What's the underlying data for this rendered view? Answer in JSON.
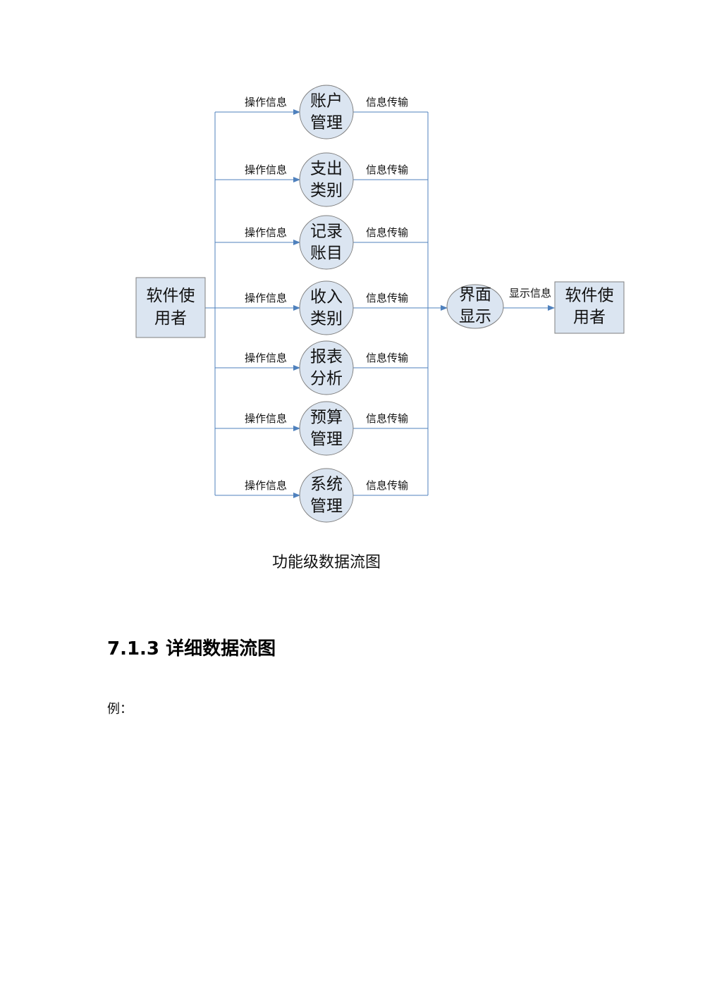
{
  "diagram": {
    "source": {
      "label_lines": [
        "软件使",
        "用者"
      ]
    },
    "processes": [
      {
        "id": "p1",
        "label_lines": [
          "账户",
          "管理"
        ],
        "in_label": "操作信息",
        "out_label": "信息传输"
      },
      {
        "id": "p2",
        "label_lines": [
          "支出",
          "类别"
        ],
        "in_label": "操作信息",
        "out_label": "信息传输"
      },
      {
        "id": "p3",
        "label_lines": [
          "记录",
          "账目"
        ],
        "in_label": "操作信息",
        "out_label": "信息传输"
      },
      {
        "id": "p4",
        "label_lines": [
          "收入",
          "类别"
        ],
        "in_label": "操作信息",
        "out_label": "信息传输"
      },
      {
        "id": "p5",
        "label_lines": [
          "报表",
          "分析"
        ],
        "in_label": "操作信息",
        "out_label": "信息传输"
      },
      {
        "id": "p6",
        "label_lines": [
          "预算",
          "管理"
        ],
        "in_label": "操作信息",
        "out_label": "信息传输"
      },
      {
        "id": "p7",
        "label_lines": [
          "系统",
          "管理"
        ],
        "in_label": "操作信息",
        "out_label": "信息传输"
      }
    ],
    "display": {
      "label_lines": [
        "界面",
        "显示"
      ]
    },
    "display_out_label": "显示信息",
    "sink": {
      "label_lines": [
        "软件使",
        "用者"
      ]
    },
    "colors": {
      "fill": "#dbe5f1",
      "stroke": "#7f7f7f",
      "line": "#4f81bd"
    }
  },
  "caption": "功能级数据流图",
  "heading": "7.1.3 详细数据流图",
  "paragraph": "例："
}
